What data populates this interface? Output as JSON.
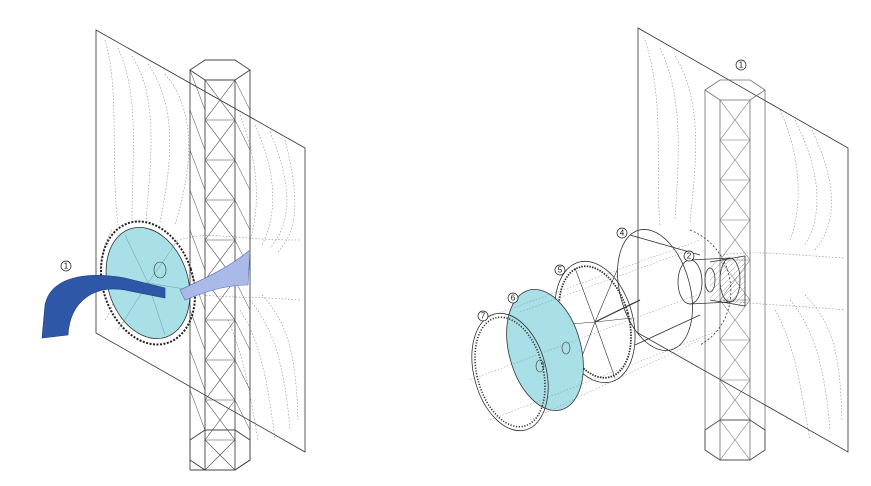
{
  "diagram": {
    "left_view": {
      "callouts": [
        {
          "id": "c1",
          "label": "1"
        }
      ]
    },
    "right_view": {
      "callouts": [
        {
          "id": "c1",
          "label": "1"
        },
        {
          "id": "c2",
          "label": "2"
        },
        {
          "id": "c4",
          "label": "4"
        },
        {
          "id": "c5",
          "label": "5"
        },
        {
          "id": "c6",
          "label": "6"
        },
        {
          "id": "c7",
          "label": "7"
        }
      ]
    },
    "colors": {
      "line": "#333333",
      "dotted": "#8a8a8a",
      "disc_fill": "#a9dfe7",
      "ribbon_dark": "#2f57a8",
      "ribbon_light": "#a9b9e8"
    }
  }
}
